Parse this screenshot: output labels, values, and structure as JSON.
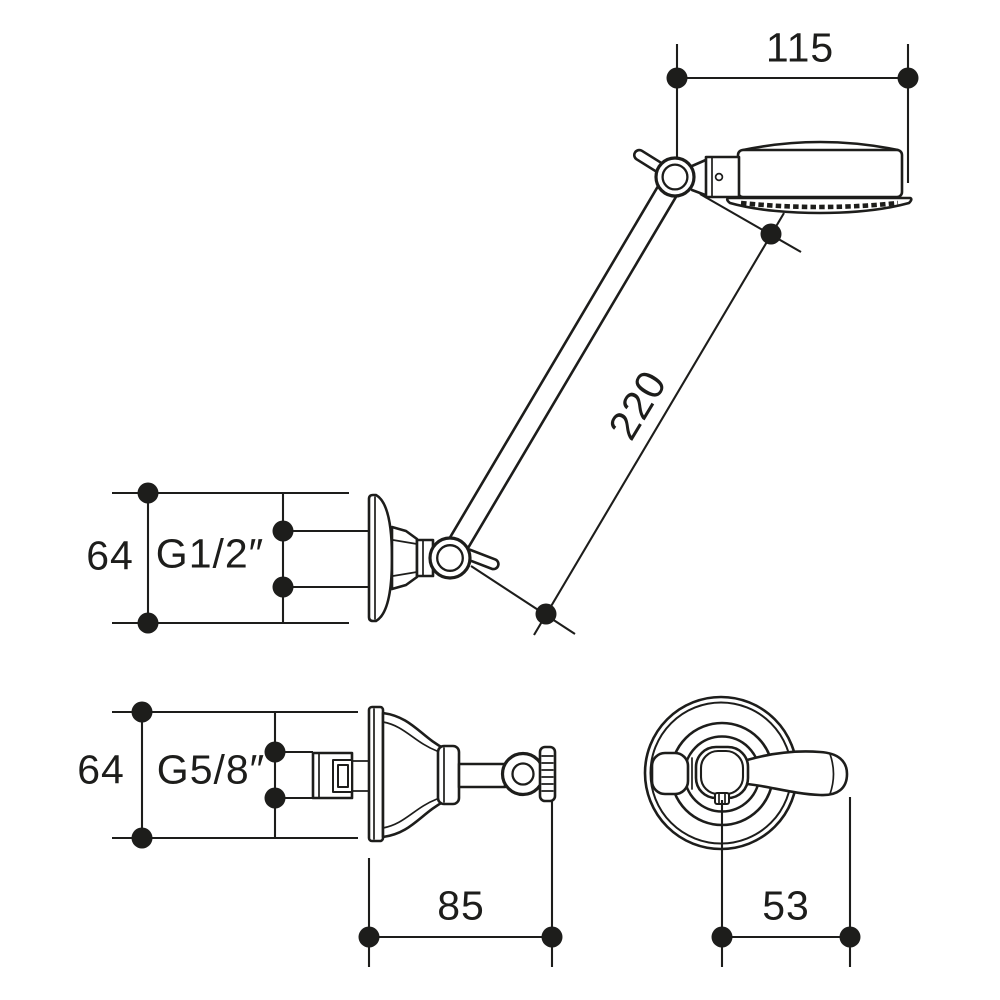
{
  "drawing": {
    "labels": {
      "head_width": "115",
      "arm_length": "220",
      "upper_offset": "64",
      "upper_thread": "G1/2″",
      "lower_offset": "64",
      "lower_thread": "G5/8″",
      "wall_to_handle_end": "85",
      "handle_radius": "53"
    },
    "colors": {
      "line": "#1d1d1b",
      "background": "#ffffff"
    }
  }
}
